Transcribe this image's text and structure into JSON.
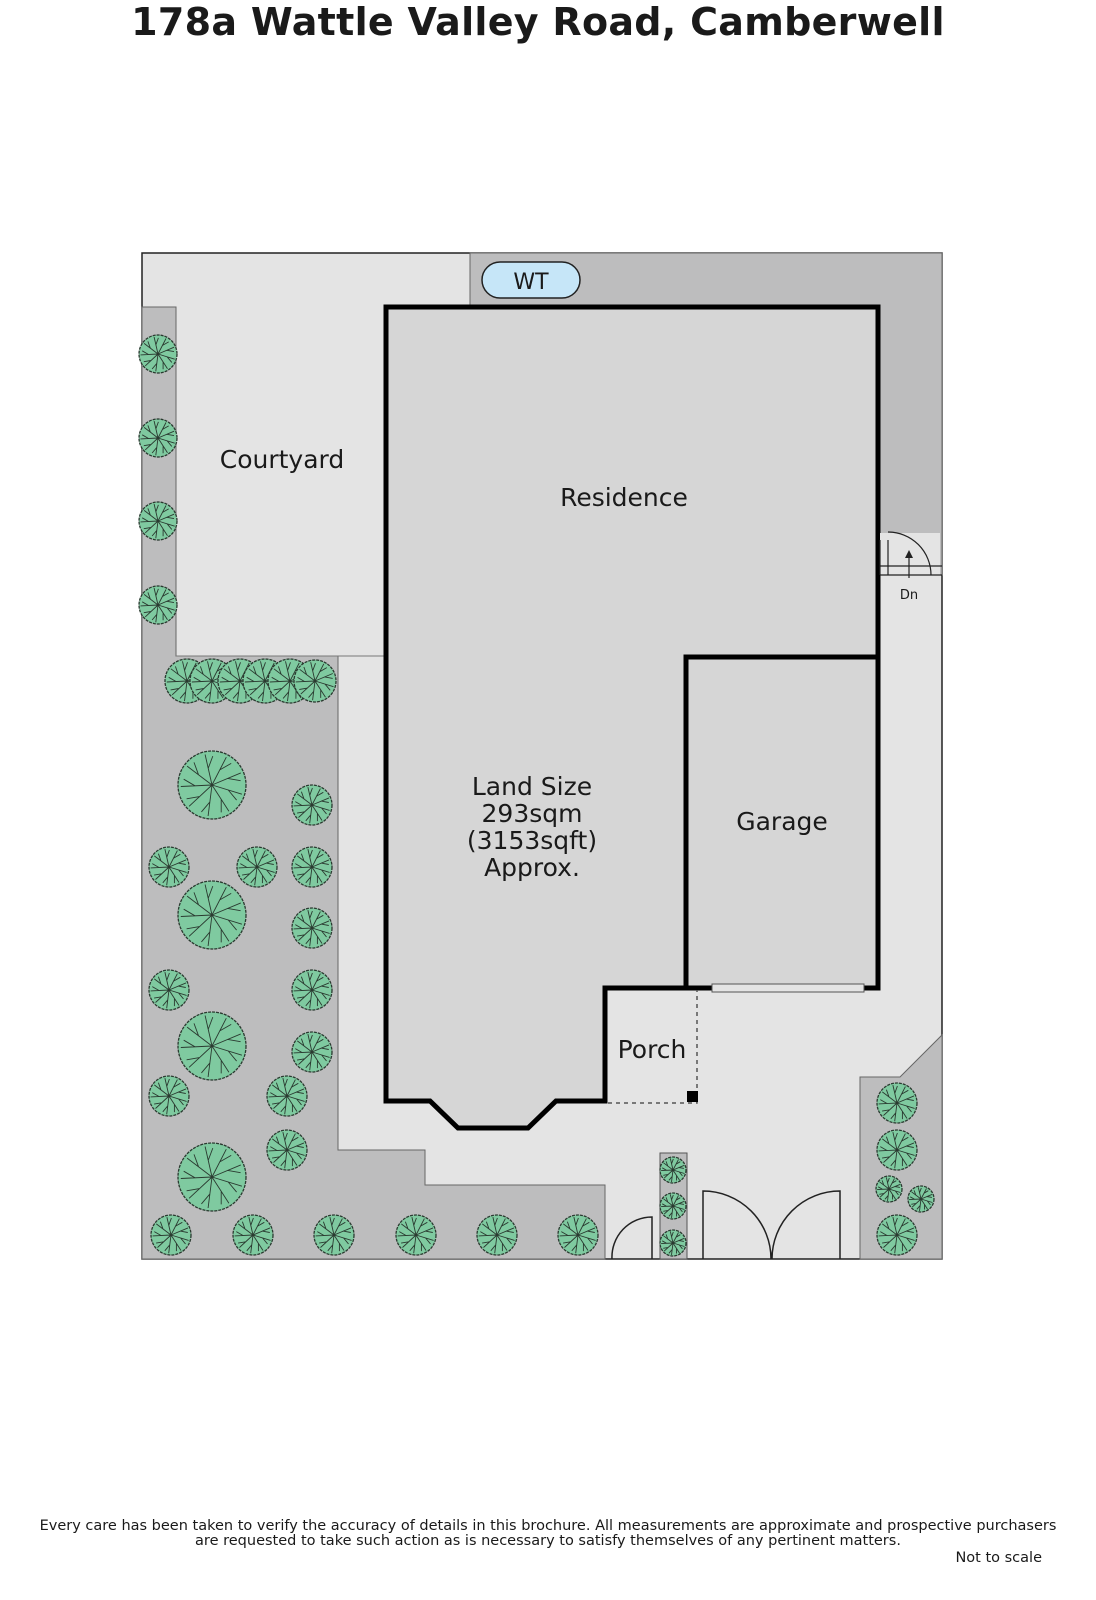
{
  "title": "178a Wattle Valley Road, Camberwell",
  "rooms": {
    "courtyard": "Courtyard",
    "residence": "Residence",
    "garage": "Garage",
    "porch": "Porch",
    "water_tank": "WT",
    "stairs_down": "Dn"
  },
  "land_size": {
    "line1": "Land Size",
    "line2": "293sqm",
    "line3": "(3153sqft)",
    "line4": "Approx."
  },
  "disclaimer": {
    "line1": "Every care has been taken to verify the accuracy of details in this brochure.  All measurements are approximate and prospective purchasers",
    "line2": "are requested to take such action as is necessary to satisfy themselves of any pertinent matters."
  },
  "scale_note": "Not to scale",
  "colors": {
    "paving": "#e4e4e4",
    "garden": "#bdbdbe",
    "building": "#d6d6d6",
    "tree": "#7fcaa0",
    "tank": "#c6e6f8",
    "wall": "#000000"
  }
}
